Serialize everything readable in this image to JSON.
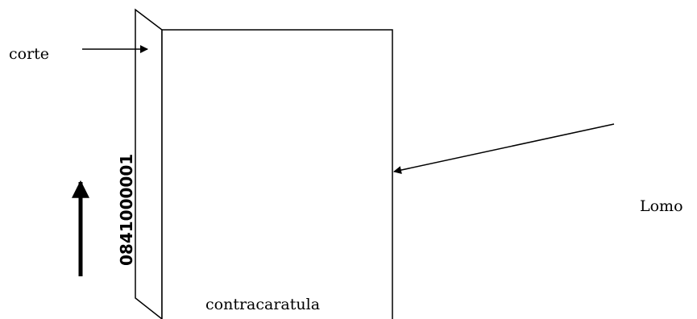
{
  "labels": {
    "corte": "corte",
    "lomo": "Lomo",
    "contracaratula": "contracaratula",
    "code": "0841000001"
  }
}
